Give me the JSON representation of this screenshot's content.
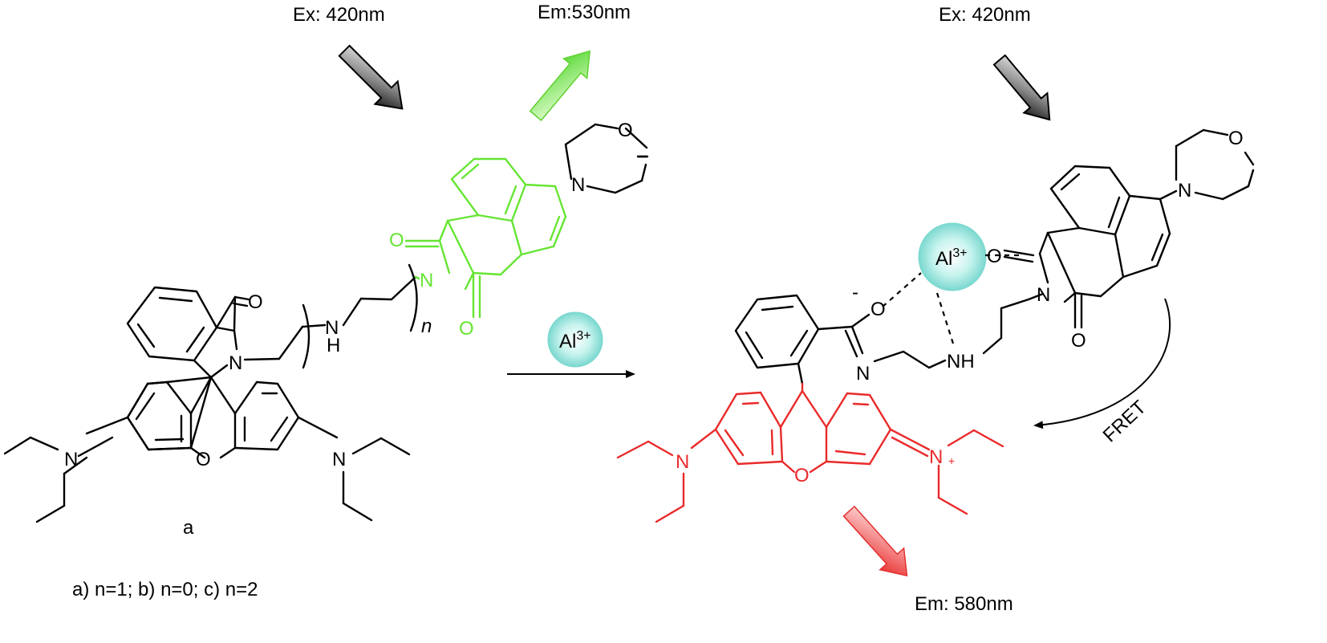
{
  "excitation_left": "Ex: 420nm",
  "emission_green": "Em:530nm",
  "excitation_right": "Ex: 420nm",
  "emission_red": "Em: 580nm",
  "compound_label": "a",
  "variants": "a) n=1; b) n=0; c) n=2",
  "reagent": {
    "base": "Al",
    "charge": "3+"
  },
  "fret_label": "FRET",
  "atoms": {
    "O": "O",
    "N": "N",
    "NH_N": "N",
    "NH_H": "H",
    "NH": "NH",
    "n": "n",
    "neg": "-",
    "pos": "+"
  },
  "colors": {
    "naphthalimide": "#66e533",
    "rhodamine_open": "#ea2a2a",
    "al_ion": "#9fe9e2",
    "structure": "#000000"
  }
}
